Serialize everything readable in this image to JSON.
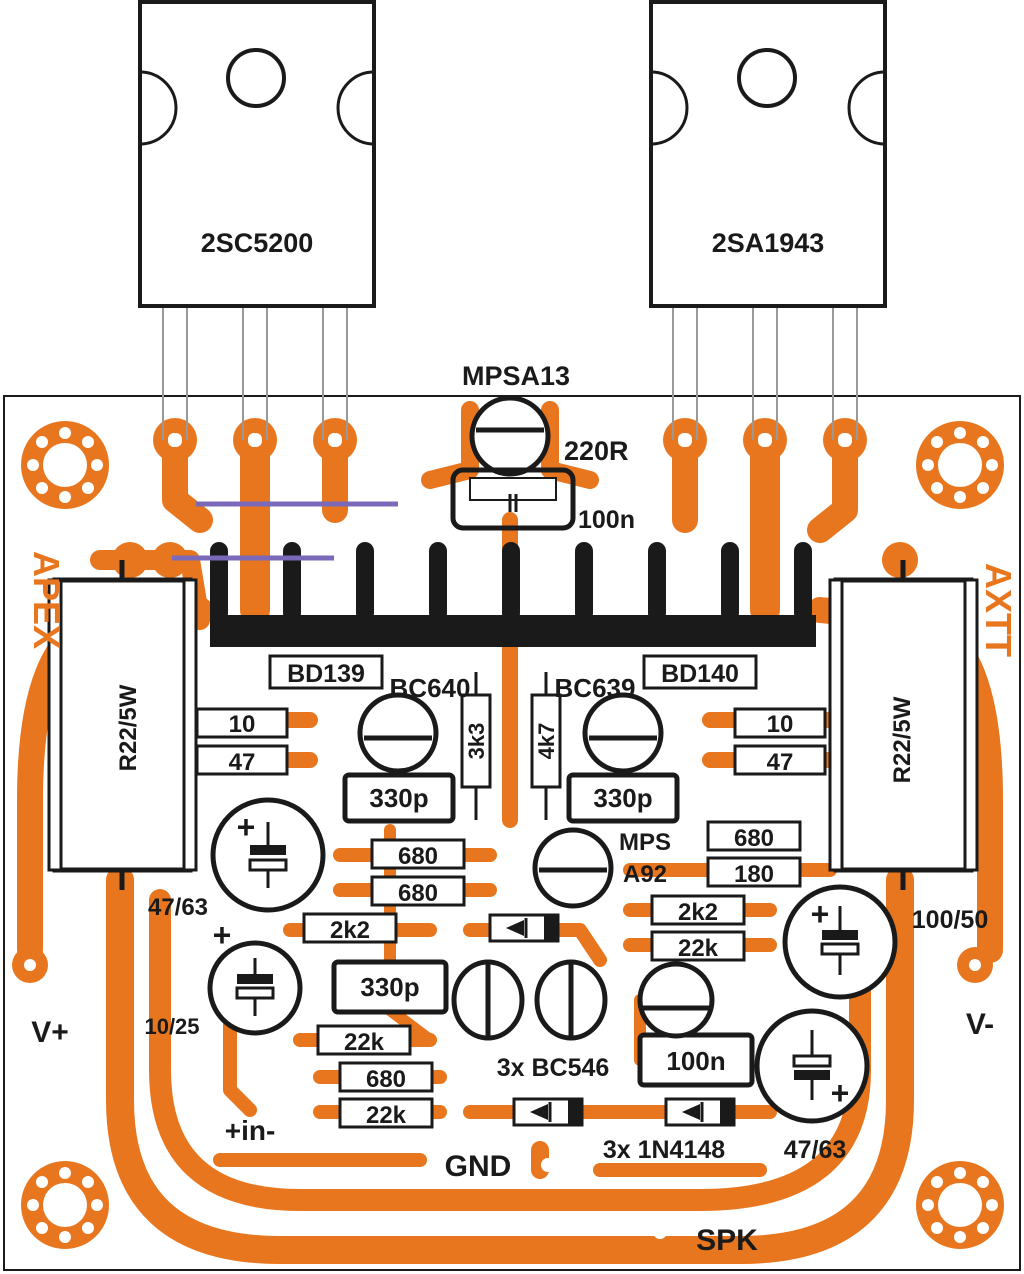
{
  "transistors_power": {
    "left": "2SC5200",
    "right": "2SA1943"
  },
  "driver": {
    "top": "MPSA13",
    "bd_left": "BD139",
    "bd_right": "BD140"
  },
  "small_transistors": {
    "bc640": "BC640",
    "bc639": "BC639",
    "mps_a92_1": "MPS",
    "mps_a92_2": "A92",
    "bc546": "3x BC546"
  },
  "resistors": {
    "r220": "220R",
    "c100n_top": "100n",
    "r10_left": "10",
    "r47_left": "47",
    "r10_right": "10",
    "r47_right": "47",
    "r3k3": "3k3",
    "r4k7": "4k7",
    "r680_a": "680",
    "r680_b": "680",
    "r680_c": "680",
    "r180": "180",
    "r2k2_left": "2k2",
    "r2k2_right": "2k2",
    "r22k_right": "22k",
    "r22k_a": "22k",
    "r680_d": "680",
    "r22k_b": "22k",
    "r22_5w_left": "R22/5W",
    "r22_5w_right": "R22/5W"
  },
  "capacitors": {
    "c330p_left": "330p",
    "c330p_right": "330p",
    "c330p_mid": "330p",
    "c100n_bottom": "100n",
    "e47_63_left": "47/63",
    "e10_25": "10/25",
    "e100_50": "100/50",
    "e47_63_right": "47/63"
  },
  "diodes": {
    "label": "3x 1N4148"
  },
  "connectors": {
    "v_plus": "V+",
    "v_minus": "V-",
    "input": "+in-",
    "gnd": "GND",
    "spk": "SPK"
  },
  "pcb_text": {
    "left": "APEX",
    "right": "AXTT"
  },
  "colors": {
    "copper": "#e8761e",
    "outline": "#1a1a1a",
    "jumper": "#7a68b8",
    "background": "#ffffff"
  }
}
